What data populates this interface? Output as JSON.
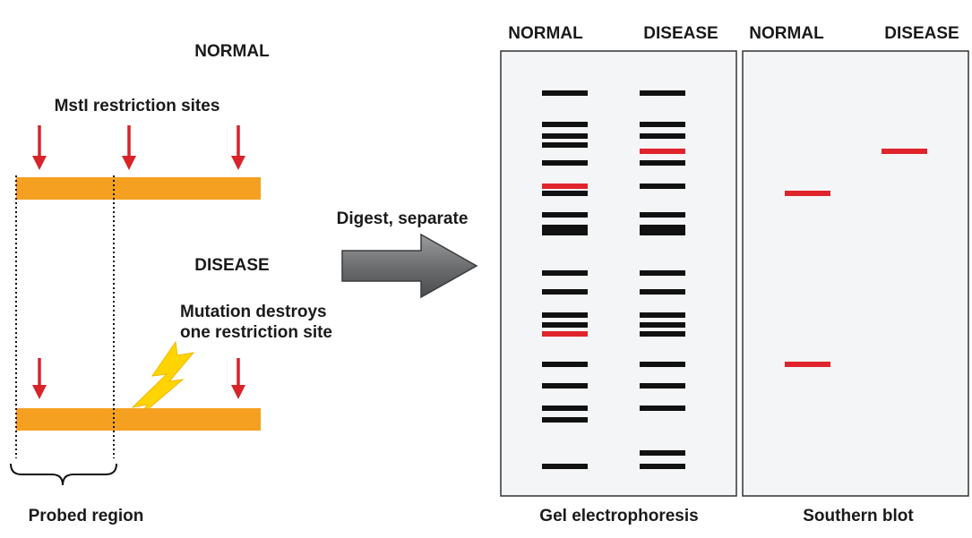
{
  "left_panel": {
    "normal_heading": "NORMAL",
    "sites_label": "MstI restriction sites",
    "disease_heading": "DISEASE",
    "mutation_line1": "Mutation destroys",
    "mutation_line2": "one restriction site",
    "probed_region_label": "Probed region"
  },
  "process": {
    "arrow_label": "Digest, separate"
  },
  "gel_panel": {
    "lane_labels": [
      "NORMAL",
      "DISEASE"
    ],
    "caption": "Gel electrophoresis",
    "normal_lane_bands": [
      {
        "color": "black"
      },
      {
        "color": "black"
      },
      {
        "color": "black"
      },
      {
        "color": "black"
      },
      {
        "color": "black"
      },
      {
        "color": "red"
      },
      {
        "color": "black"
      },
      {
        "color": "black"
      },
      {
        "color": "black"
      },
      {
        "color": "black"
      },
      {
        "color": "black"
      },
      {
        "color": "black"
      },
      {
        "color": "black"
      },
      {
        "color": "black"
      },
      {
        "color": "red"
      },
      {
        "color": "black"
      },
      {
        "color": "black"
      },
      {
        "color": "black"
      },
      {
        "color": "black"
      },
      {
        "color": "black"
      }
    ],
    "disease_lane_bands": [
      {
        "color": "black"
      },
      {
        "color": "black"
      },
      {
        "color": "black"
      },
      {
        "color": "red"
      },
      {
        "color": "black"
      },
      {
        "color": "black"
      },
      {
        "color": "black"
      },
      {
        "color": "black"
      },
      {
        "color": "black"
      },
      {
        "color": "black"
      },
      {
        "color": "black"
      },
      {
        "color": "black"
      },
      {
        "color": "black"
      },
      {
        "color": "black"
      },
      {
        "color": "black"
      },
      {
        "color": "black"
      },
      {
        "color": "black"
      },
      {
        "color": "black"
      },
      {
        "color": "black"
      }
    ]
  },
  "southern_panel": {
    "lane_labels": [
      "NORMAL",
      "DISEASE"
    ],
    "caption": "Southern blot",
    "normal_lane_bands": [
      {
        "color": "red"
      },
      {
        "color": "red"
      }
    ],
    "disease_lane_bands": [
      {
        "color": "red"
      }
    ]
  },
  "colors": {
    "dna_bar": "#f5a020",
    "cut_arrow": "#d8232a",
    "band_black": "#111111",
    "band_red": "#e0242c",
    "process_arrow": "#6d6f70",
    "lightning": "#ffd400",
    "panel_fill": "#f4f5f6"
  },
  "icons": [
    "restriction-site-arrow",
    "lightning-bolt-icon",
    "process-arrow",
    "brace"
  ]
}
